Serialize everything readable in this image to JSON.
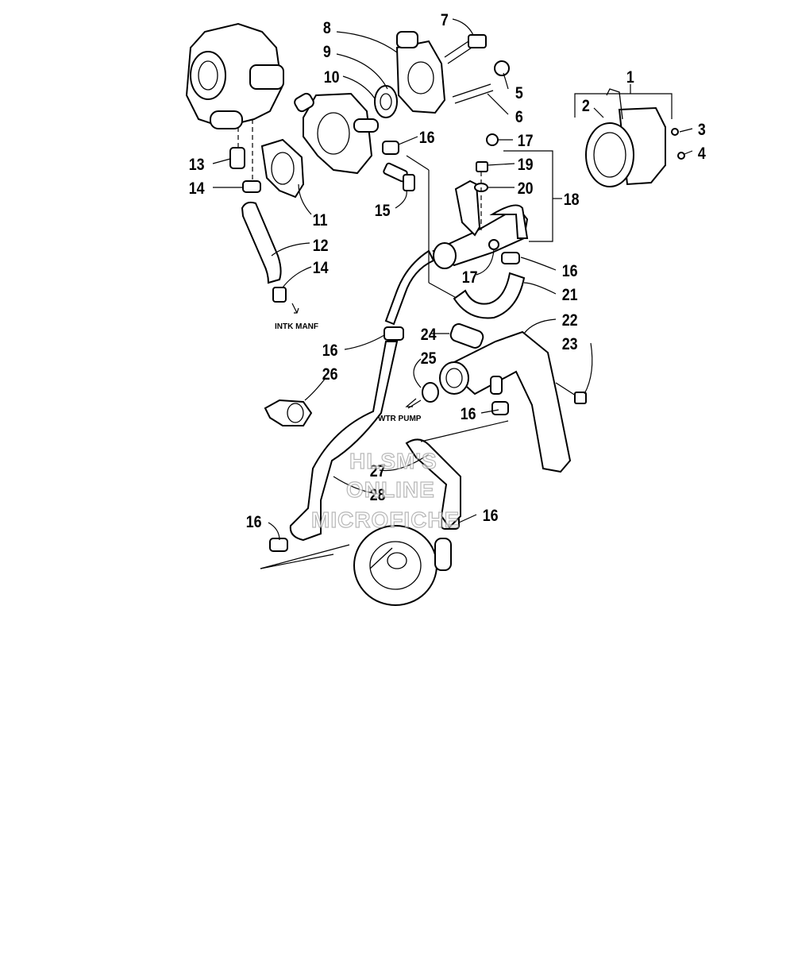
{
  "callouts": [
    "1",
    "2",
    "3",
    "4",
    "5",
    "6",
    "7",
    "8",
    "9",
    "10",
    "11",
    "12",
    "13",
    "14",
    "14",
    "15",
    "16",
    "16",
    "16",
    "16",
    "16",
    "16",
    "17",
    "17",
    "18",
    "19",
    "20",
    "21",
    "22",
    "23",
    "24",
    "25",
    "26",
    "27",
    "28"
  ],
  "notes": {
    "intake": "INTK MANF",
    "water_pump": "WTR PUMP"
  },
  "watermark": [
    "HLSM'S",
    "ONLINE",
    "MICROFICHE"
  ]
}
